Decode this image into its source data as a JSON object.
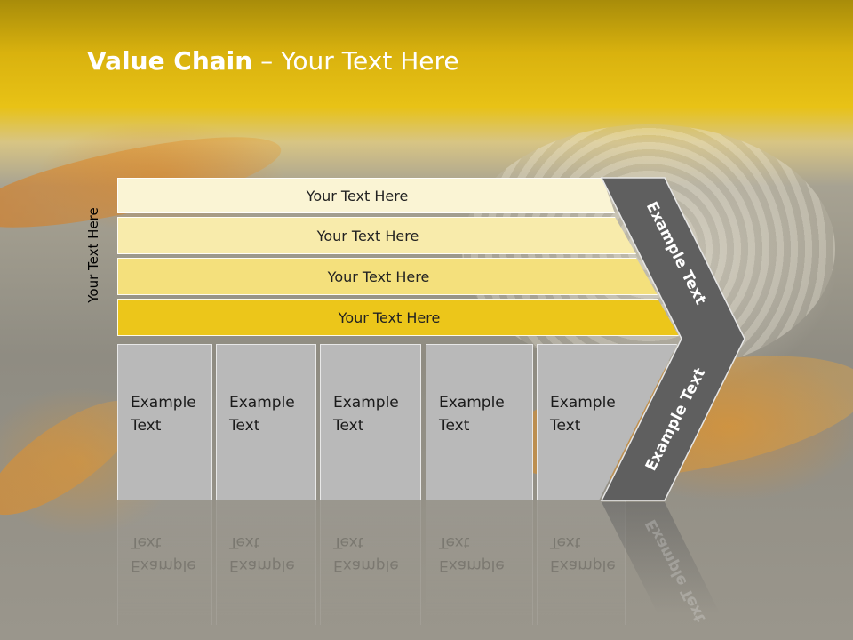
{
  "title": {
    "bold": "Value Chain",
    "rest": " – Your Text Here"
  },
  "side_label": "Your Text Here",
  "bands": [
    {
      "label": "Your Text Here",
      "color": "#faf4d4"
    },
    {
      "label": "Your Text Here",
      "color": "#f8ebab"
    },
    {
      "label": "Your Text Here",
      "color": "#f4e07c"
    },
    {
      "label": "Your Text Here",
      "color": "#ecc61a"
    }
  ],
  "columns": [
    {
      "line1": "Example",
      "line2": "Text"
    },
    {
      "line1": "Example",
      "line2": "Text"
    },
    {
      "line1": "Example",
      "line2": "Text"
    },
    {
      "line1": "Example",
      "line2": "Text"
    },
    {
      "line1": "Example",
      "line2": "Text"
    }
  ],
  "arrow": {
    "upper_text": "Example Text",
    "lower_text": "Example Text",
    "color": "#5f5f5f"
  }
}
